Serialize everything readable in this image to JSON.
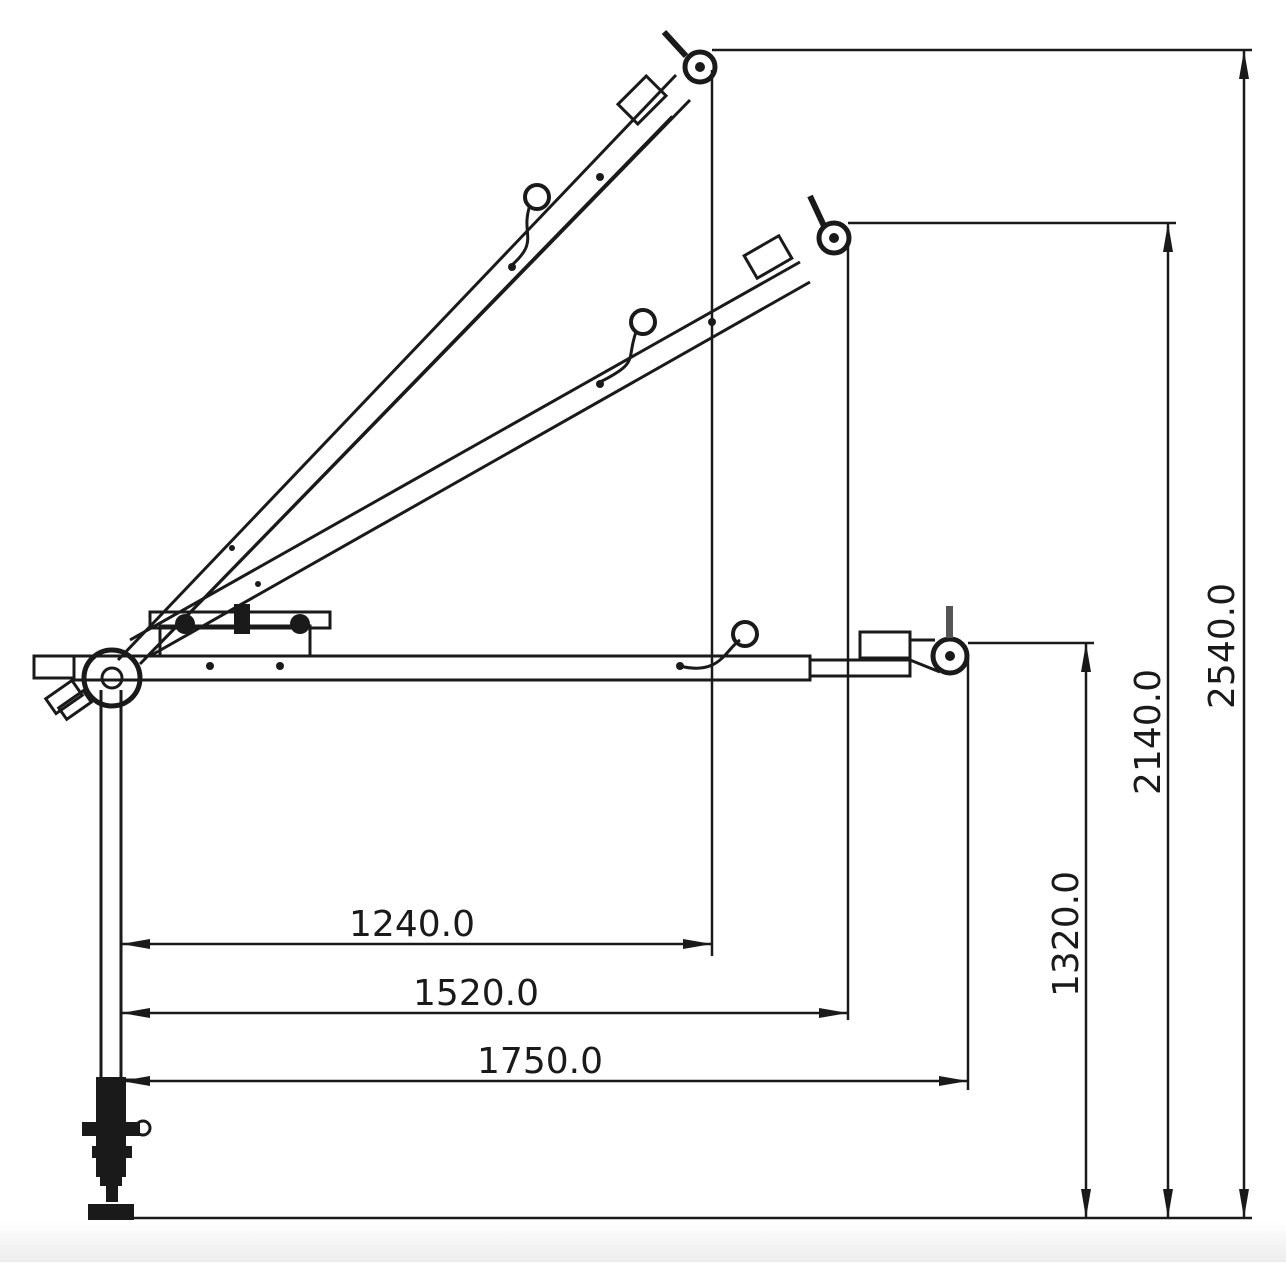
{
  "diagram": {
    "type": "technical-drawing",
    "subject": "davit arm / jib crane side elevation with three boom positions",
    "colors": {
      "line": "#1a1a1a",
      "background": "#ffffff"
    },
    "dimensions": {
      "horizontal": [
        {
          "id": "reach-high",
          "label": "1240.0"
        },
        {
          "id": "reach-mid",
          "label": "1520.0"
        },
        {
          "id": "reach-low",
          "label": "1750.0"
        }
      ],
      "vertical": [
        {
          "id": "height-low",
          "label": "1320.0"
        },
        {
          "id": "height-mid",
          "label": "2140.0"
        },
        {
          "id": "height-high",
          "label": "2540.0"
        }
      ]
    },
    "components": [
      "mast",
      "base-mount",
      "boom-high",
      "boom-mid",
      "boom-horizontal",
      "pulley-head",
      "winch"
    ]
  }
}
